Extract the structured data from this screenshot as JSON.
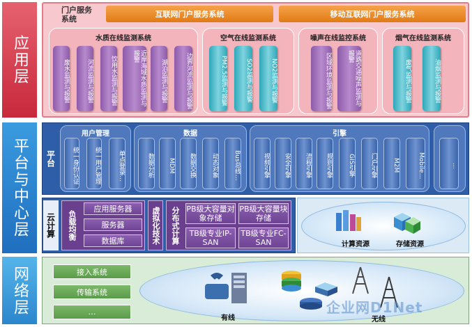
{
  "layers": {
    "app": "应用层",
    "platform": "平台与中心层",
    "network": "网络层"
  },
  "app_layer": {
    "portal_label": "门户服务系统",
    "internet_portal": "互联网门户服务系统",
    "mobile_portal": "移动互联网门户服务系统",
    "groups": [
      {
        "title": "水质在线监测系统",
        "items": [
          "废水监测与报警",
          "河流监测与报警",
          "饮用水监测与报警",
          "近岸海域水质监测与报警",
          "湖泊监测与报警",
          "边界河流监测与报警"
        ]
      },
      {
        "title": "空气在线监测系统",
        "items": [
          "PM2.5监测与报警",
          "SO2监测与报警",
          "NO2监测与报警"
        ]
      },
      {
        "title": "噪声在线监控系统",
        "items": [
          "区域环境监测与报警",
          "道路交通噪声监测与报警"
        ]
      },
      {
        "title": "烟气在线监测系统",
        "items": [
          "废气监测与报警",
          "油烟监测与报警"
        ]
      }
    ]
  },
  "platform_layer": {
    "label": "平台",
    "groups": [
      {
        "title": "用户管理",
        "items": [
          "统一身份认证",
          "统一用户管理",
          "单点登录…"
        ]
      },
      {
        "title": "数据",
        "items": [
          "数据分析",
          "MDM",
          "数据交换",
          "动态对象",
          "Bus总线…"
        ]
      },
      {
        "title": "引擎",
        "items": [
          "视频引擎",
          "安全引擎",
          "流程引擎",
          "规则引擎",
          "GIS引擎",
          "门户引擎",
          "M2M",
          "Mobile…"
        ]
      },
      {
        "title": "",
        "items": [
          "…"
        ]
      }
    ]
  },
  "cloud_layer": {
    "label": "云计算",
    "load_balance": "负载均衡",
    "servers": [
      "应用服务器",
      "服务器",
      "数据库"
    ],
    "virtualization": "虚拟化技术",
    "distributed": "分布式计算",
    "storage": [
      "PB级大容量对象存储",
      "PB级大容量块存储",
      "TB级专业IP-SAN",
      "TB级专业FC-SAN"
    ],
    "compute_resource": "计算资源",
    "storage_resource": "存储资源"
  },
  "network_layer": {
    "systems": [
      "接入系统",
      "传输系统",
      "…"
    ],
    "wired": "有线",
    "wireless": "无线"
  },
  "watermark": "企业网D1Net",
  "colors": {
    "app_red": "#c8283b",
    "platform_blue": "#2f5ea8",
    "purple": "#8d5aa8",
    "teal": "#2ea7b8",
    "orange": "#e07b15",
    "green": "#5a9c4a"
  }
}
